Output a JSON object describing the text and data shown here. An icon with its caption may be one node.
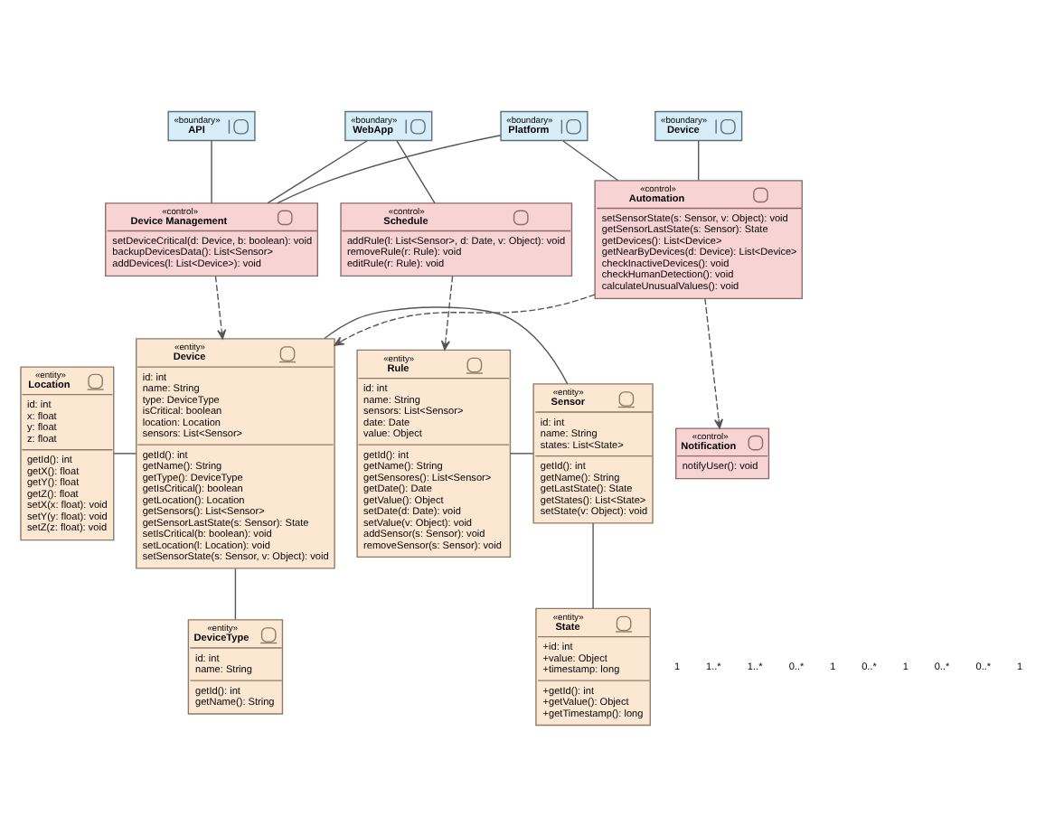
{
  "diagram": {
    "nodes": [
      {
        "text": [
          "«boundary»",
          "API"
        ]
      },
      {
        "text": [
          "«boundary»",
          "Platform"
        ]
      },
      {
        "text": [
          "«boundary»",
          "WebApp"
        ]
      },
      {
        "text": [
          "«boundary»",
          "Device"
        ]
      },
      {
        "text": [
          "«control»",
          "Device Management",
          "setDeviceCritical(d: Device, b: boolean): void",
          "backupDevicesData(): List<Sensor>",
          "addDevices(l: List<Device>): void"
        ]
      },
      {
        "text": [
          "«control»",
          "Automation",
          "setSensorState(s: Sensor, v: Object): void",
          "getSensorLastState(s: Sensor): State",
          "getDevices(): List<Device>",
          "getNearByDevices(d: Device): List<Device>",
          "checkInactiveDevices(): void",
          "checkHumanDetection(): void",
          "calculateUnusualValues(): void"
        ]
      },
      {
        "text": [
          "«control»",
          "Schedule",
          "addRule(l: List<Sensor>, d: Date, v: Object): void",
          "removeRule(r: Rule): void",
          "editRule(r: Rule): void"
        ]
      },
      {
        "text": [
          "«control»",
          "Notification",
          "notifyUser(): void"
        ]
      },
      {
        "text": [
          "«entity»",
          "Rule",
          "id: int",
          "name: String",
          "sensors: List<Sensor>",
          "date: Date",
          "value: Object",
          "getId(): int",
          "getName(): String",
          "getSensores(): List<Sensor>",
          "getDate(): Date",
          "getValue(): Object",
          "setDate(d: Date): void",
          "setValue(v: Object): void",
          "addSensor(s: Sensor): void",
          "removeSensor(s: Sensor): void"
        ]
      },
      {
        "text": [
          "«entity»",
          "Location",
          "id: int",
          "x: float",
          "y: float",
          "z: float",
          "getId(): int",
          "getX(): float",
          "getY(): float",
          "getZ(): float",
          "setX(x: float): void",
          "setY(y: float): void",
          "setZ(z: float): void"
        ]
      },
      {
        "text": [
          "«entity»",
          "Device",
          "id: int",
          "name: String",
          "type: DeviceType",
          "isCritical: boolean",
          "location: Location",
          "sensors: List<Sensor>",
          "getId(): int",
          "getName(): String",
          "getType(): DeviceType",
          "getIsCritical(): boolean",
          "getLocation(): Location",
          "getSensors(): List<Sensor>",
          "getSensorLastState(s: Sensor): State",
          "setIsCritical(b: boolean): void",
          "setLocation(l: Location): void",
          "setSensorState(s: Sensor, v: Object): void"
        ]
      },
      {
        "text": [
          "«entity»",
          "Sensor",
          "id: int",
          "name: String",
          "states: List<State>",
          "getId(): int",
          "getName(): String",
          "getLastState(): State",
          "getStates(): List<State>",
          "setState(v: Object): void"
        ]
      },
      {
        "text": [
          "«entity»",
          "DeviceType",
          "id: int",
          "name: String",
          "getId(): int",
          "getName(): String"
        ]
      },
      {
        "text": [
          "«entity»",
          "State",
          "+id: int",
          "+value: Object",
          "+timestamp: long",
          "+getId(): int",
          "+getValue(): Object",
          "+getTimestamp(): long"
        ]
      }
    ],
    "edges": [
      {
        "from": 0,
        "to": 4,
        "arrow": "none"
      },
      {
        "from": 1,
        "to": 4,
        "arrow": "none"
      },
      {
        "from": 1,
        "to": 5,
        "arrow": "none"
      },
      {
        "from": 2,
        "to": 4,
        "arrow": "none"
      },
      {
        "from": 2,
        "to": 6,
        "arrow": "none"
      },
      {
        "from": 3,
        "to": 5,
        "arrow": "none"
      },
      {
        "from": 4,
        "to": 10,
        "arrow": "to",
        "style": "dashed"
      },
      {
        "from": 5,
        "to": 10,
        "arrow": "to",
        "style": "dashed"
      },
      {
        "from": 5,
        "to": 7,
        "arrow": "to",
        "style": "dashed"
      },
      {
        "from": 6,
        "to": 8,
        "arrow": "to",
        "style": "dashed"
      },
      {
        "from": 9,
        "to": 10,
        "arrow": "none"
      },
      {
        "from": 10,
        "to": 11,
        "arrow": "none"
      },
      {
        "from": 10,
        "to": 12,
        "arrow": "none"
      },
      {
        "from": 11,
        "to": 8,
        "arrow": "none"
      },
      {
        "from": 11,
        "to": 13,
        "arrow": "none"
      }
    ],
    "labels": [
      "1",
      "1..*",
      "1..*",
      "0..*",
      "1",
      "0..*",
      "1",
      "0..*",
      "0..*",
      "1"
    ]
  }
}
